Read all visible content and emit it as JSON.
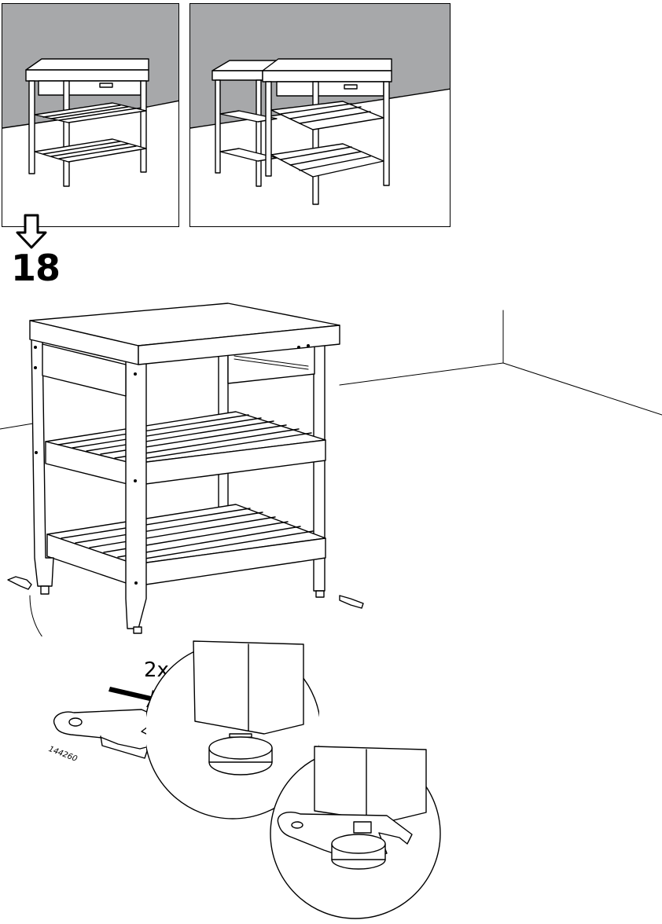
{
  "step": {
    "number": "18",
    "quantity": "2x",
    "part_number": "144260"
  },
  "icons": {
    "next_step_arrow": "hollow-down-arrow-icon",
    "direction_arrow": "solid-right-arrow-icon"
  },
  "colors": {
    "wall_gray": "#a7a8aa",
    "line": "#000000",
    "background": "#ffffff"
  }
}
